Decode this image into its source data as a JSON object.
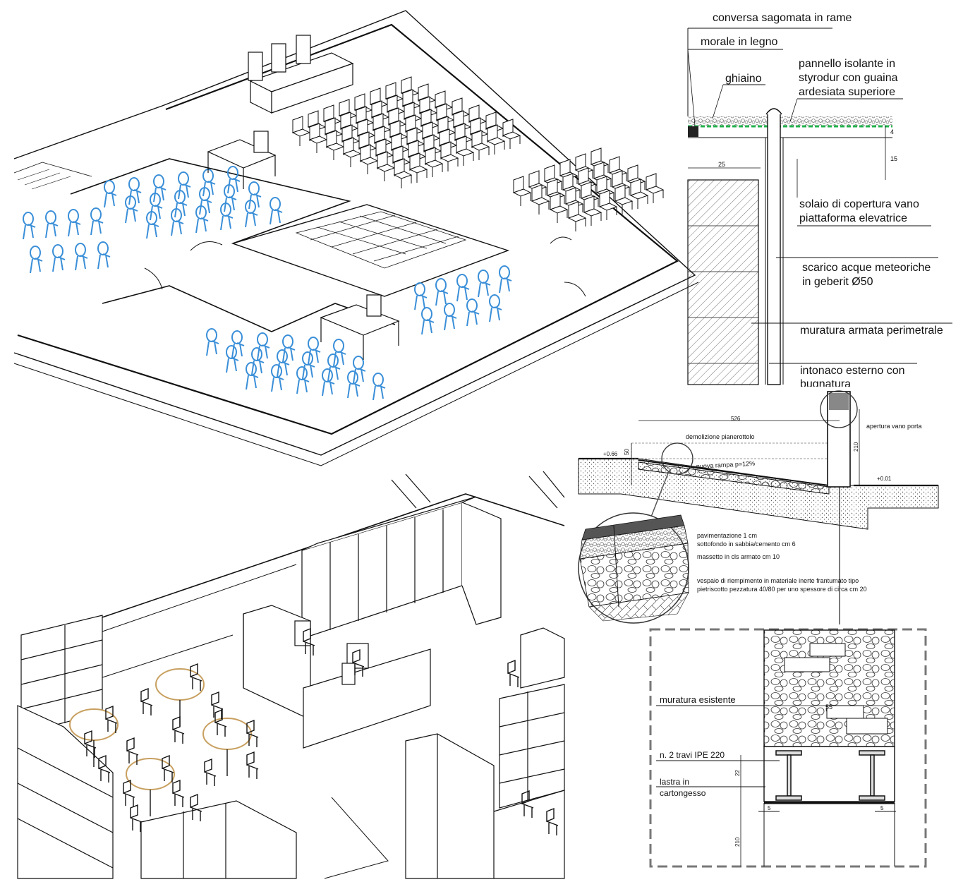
{
  "detail_roof": {
    "labels": {
      "copper_flashing": "conversa sagomata in rame",
      "wood_batten": "morale in legno",
      "gravel": "ghiaino",
      "panel_line1": "pannello isolante in",
      "panel_line2": "styrodur con guaina",
      "panel_line3": "ardesiata superiore",
      "slab_line1": "solaio di copertura vano",
      "slab_line2": "piattaforma elevatrice",
      "drain_line1": "scarico acque meteoriche",
      "drain_line2": "in geberit Ø50",
      "masonry": "muratura armata perimetrale",
      "plaster_line1": "intonaco esterno con",
      "plaster_line2": "bugnatura"
    },
    "dims": {
      "d25": "25",
      "d4": "4",
      "d15": "15"
    }
  },
  "detail_ramp": {
    "labels": {
      "demolition": "demolizione pianerottolo",
      "door_opening": "apertura vano porta",
      "new_ramp": "nuova rampa p=12%",
      "paving": "pavimentazione 1 cm",
      "substrate": "sottofondo in sabbia/cemento cm 6",
      "screed": "massetto in cls armato cm 10",
      "fill_line1": "vespaio di riempimento in materiale inerte frantumato tipo",
      "fill_line2": "pietriscotto pezzatura 40/80 per uno spessore di circa cm 20"
    },
    "dims": {
      "d526": "526",
      "d50": "50",
      "d210": "210",
      "lvl_left": "+0.66",
      "lvl_right": "+0.01"
    }
  },
  "detail_lintel": {
    "labels": {
      "existing_masonry": "muratura esistente",
      "beams": "n. 2 travi IPE 220",
      "board_line1": "lastra in",
      "board_line2": "cartongesso"
    },
    "dims": {
      "d55": "55",
      "d22": "22",
      "d5a": "5",
      "d5b": "5",
      "d210": "210"
    }
  },
  "colors": {
    "chair_blue": "#3a8fd8",
    "membrane_green": "#22b14c",
    "table_tan": "#c8a060"
  }
}
